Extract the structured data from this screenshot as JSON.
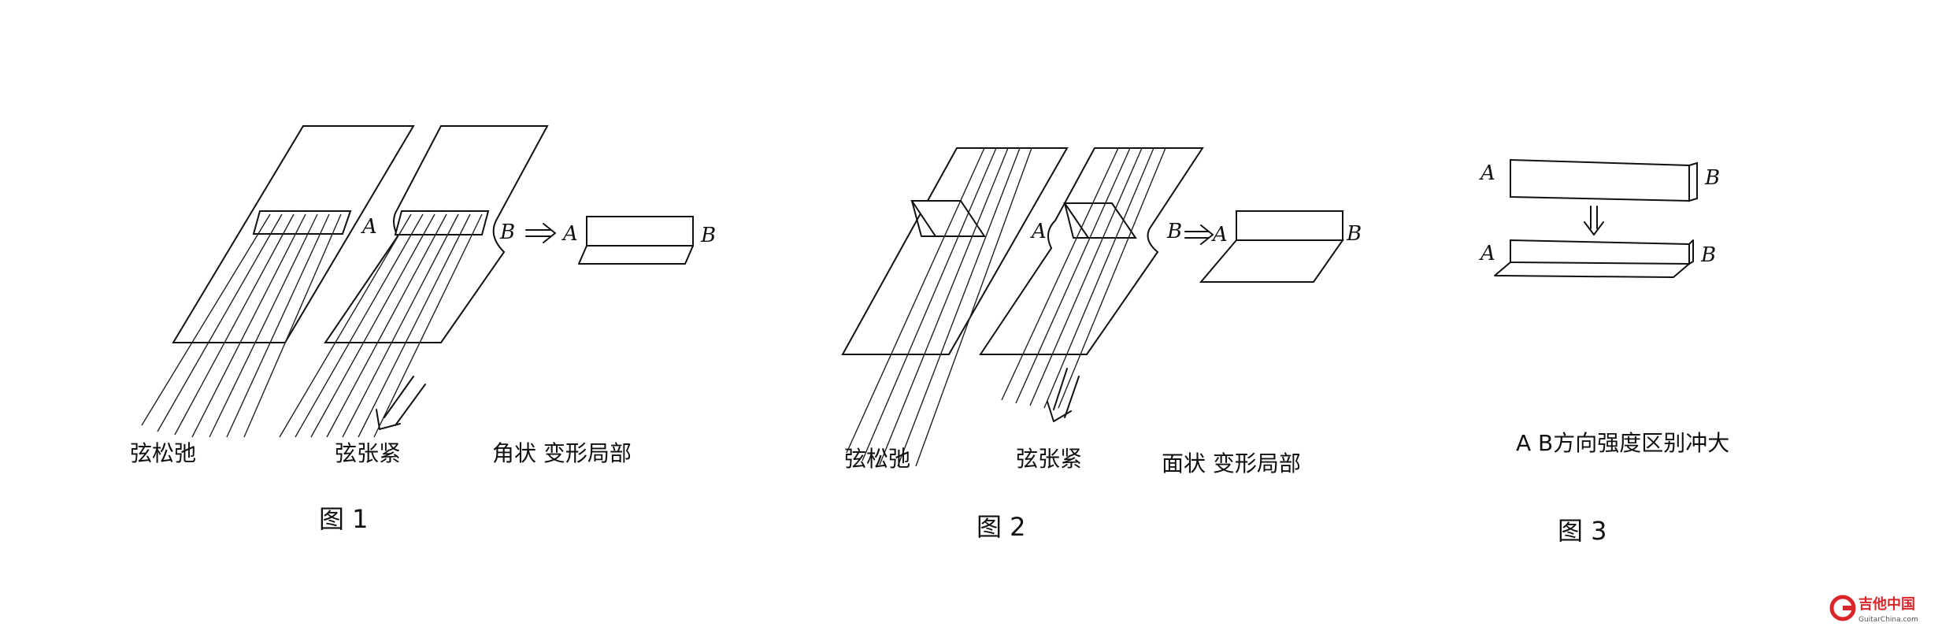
{
  "figures": [
    {
      "caption": "图 1",
      "captions_under": [
        "弦松弛",
        "弦张紧",
        "角状 变形局部"
      ],
      "labels": {
        "a": "A",
        "b": "B",
        "a2": "A",
        "b2": "B"
      }
    },
    {
      "caption": "图 2",
      "captions_under": [
        "弦松弛",
        "弦张紧",
        "面状 变形局部"
      ],
      "labels": {
        "a": "A",
        "b": "B",
        "a2": "A",
        "b2": "B"
      }
    },
    {
      "caption": "图 3",
      "captions_under": [
        "A B方向强度区别冲大"
      ],
      "labels": {
        "a_top": "A",
        "b_top": "B",
        "a_bot": "A",
        "b_bot": "B"
      }
    }
  ],
  "watermark": {
    "text": "吉他中国",
    "sub": "GuitarChina.com"
  }
}
